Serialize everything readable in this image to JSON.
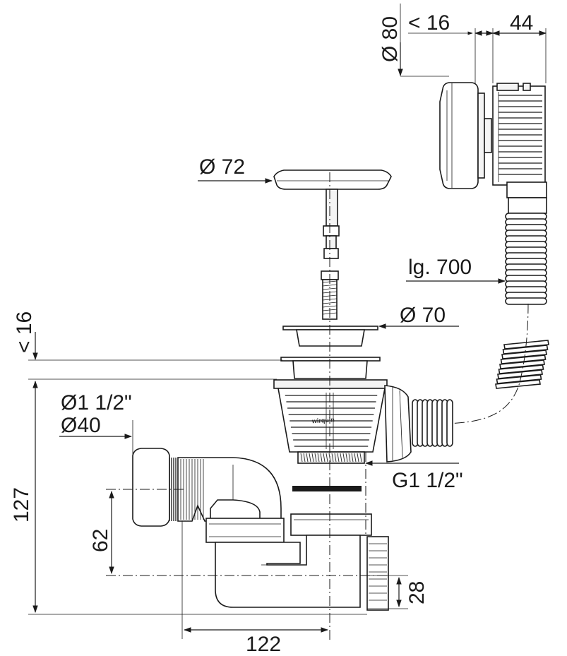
{
  "diagram": {
    "dimensions": {
      "overflow_diameter": "Ø 80",
      "overflow_depth": "< 16",
      "overflow_width": "44",
      "plug_diameter": "Ø 72",
      "hose_length": "lg. 700",
      "waste_depth": "< 16",
      "waste_diameter": "Ø 70",
      "outlet_thread_inch": "Ø1 1/2\"",
      "outlet_diameter": "Ø40",
      "body_thread": "G1 1/2\"",
      "total_height": "127",
      "outlet_height": "62",
      "base_height": "28",
      "horizontal_offset": "122"
    },
    "brand_mark": "wirquin"
  }
}
